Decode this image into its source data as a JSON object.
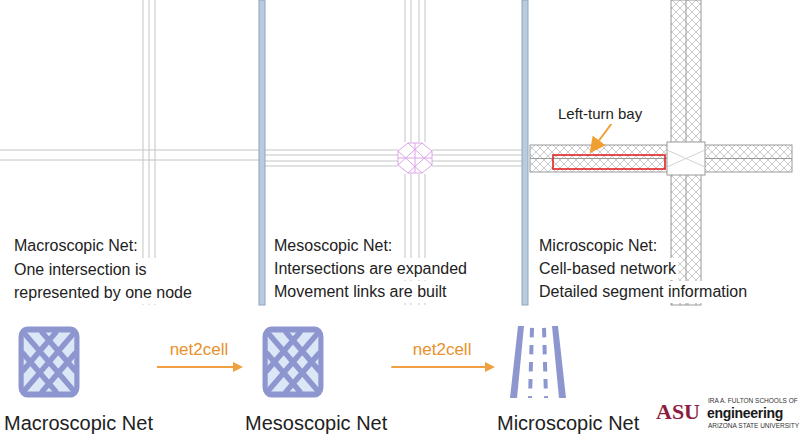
{
  "diagram": {
    "nodes": [
      {
        "text": [
          "Macroscopic Net"
        ]
      },
      {
        "text": [
          "Mesoscopic Net"
        ]
      },
      {
        "text": [
          "Microscopic Net"
        ]
      }
    ],
    "edges": [
      {
        "from": 0,
        "to": 1,
        "arrow": "to",
        "label": "net2cell"
      },
      {
        "from": 1,
        "to": 2,
        "arrow": "to",
        "label": "net2cell"
      }
    ],
    "labels": [
      "Left-turn bay",
      "Macroscopic Net:",
      "One intersection is represented by one node",
      "Mesoscopic Net:",
      "Intersections are expanded",
      "Movement links are built",
      "Microscopic Net:",
      "Cell-based network",
      "Detailed segment information",
      "ASU",
      "IRA A. FULTON SCHOOLS OF",
      "engineering",
      "ARIZONA STATE UNIVERSITY"
    ]
  }
}
